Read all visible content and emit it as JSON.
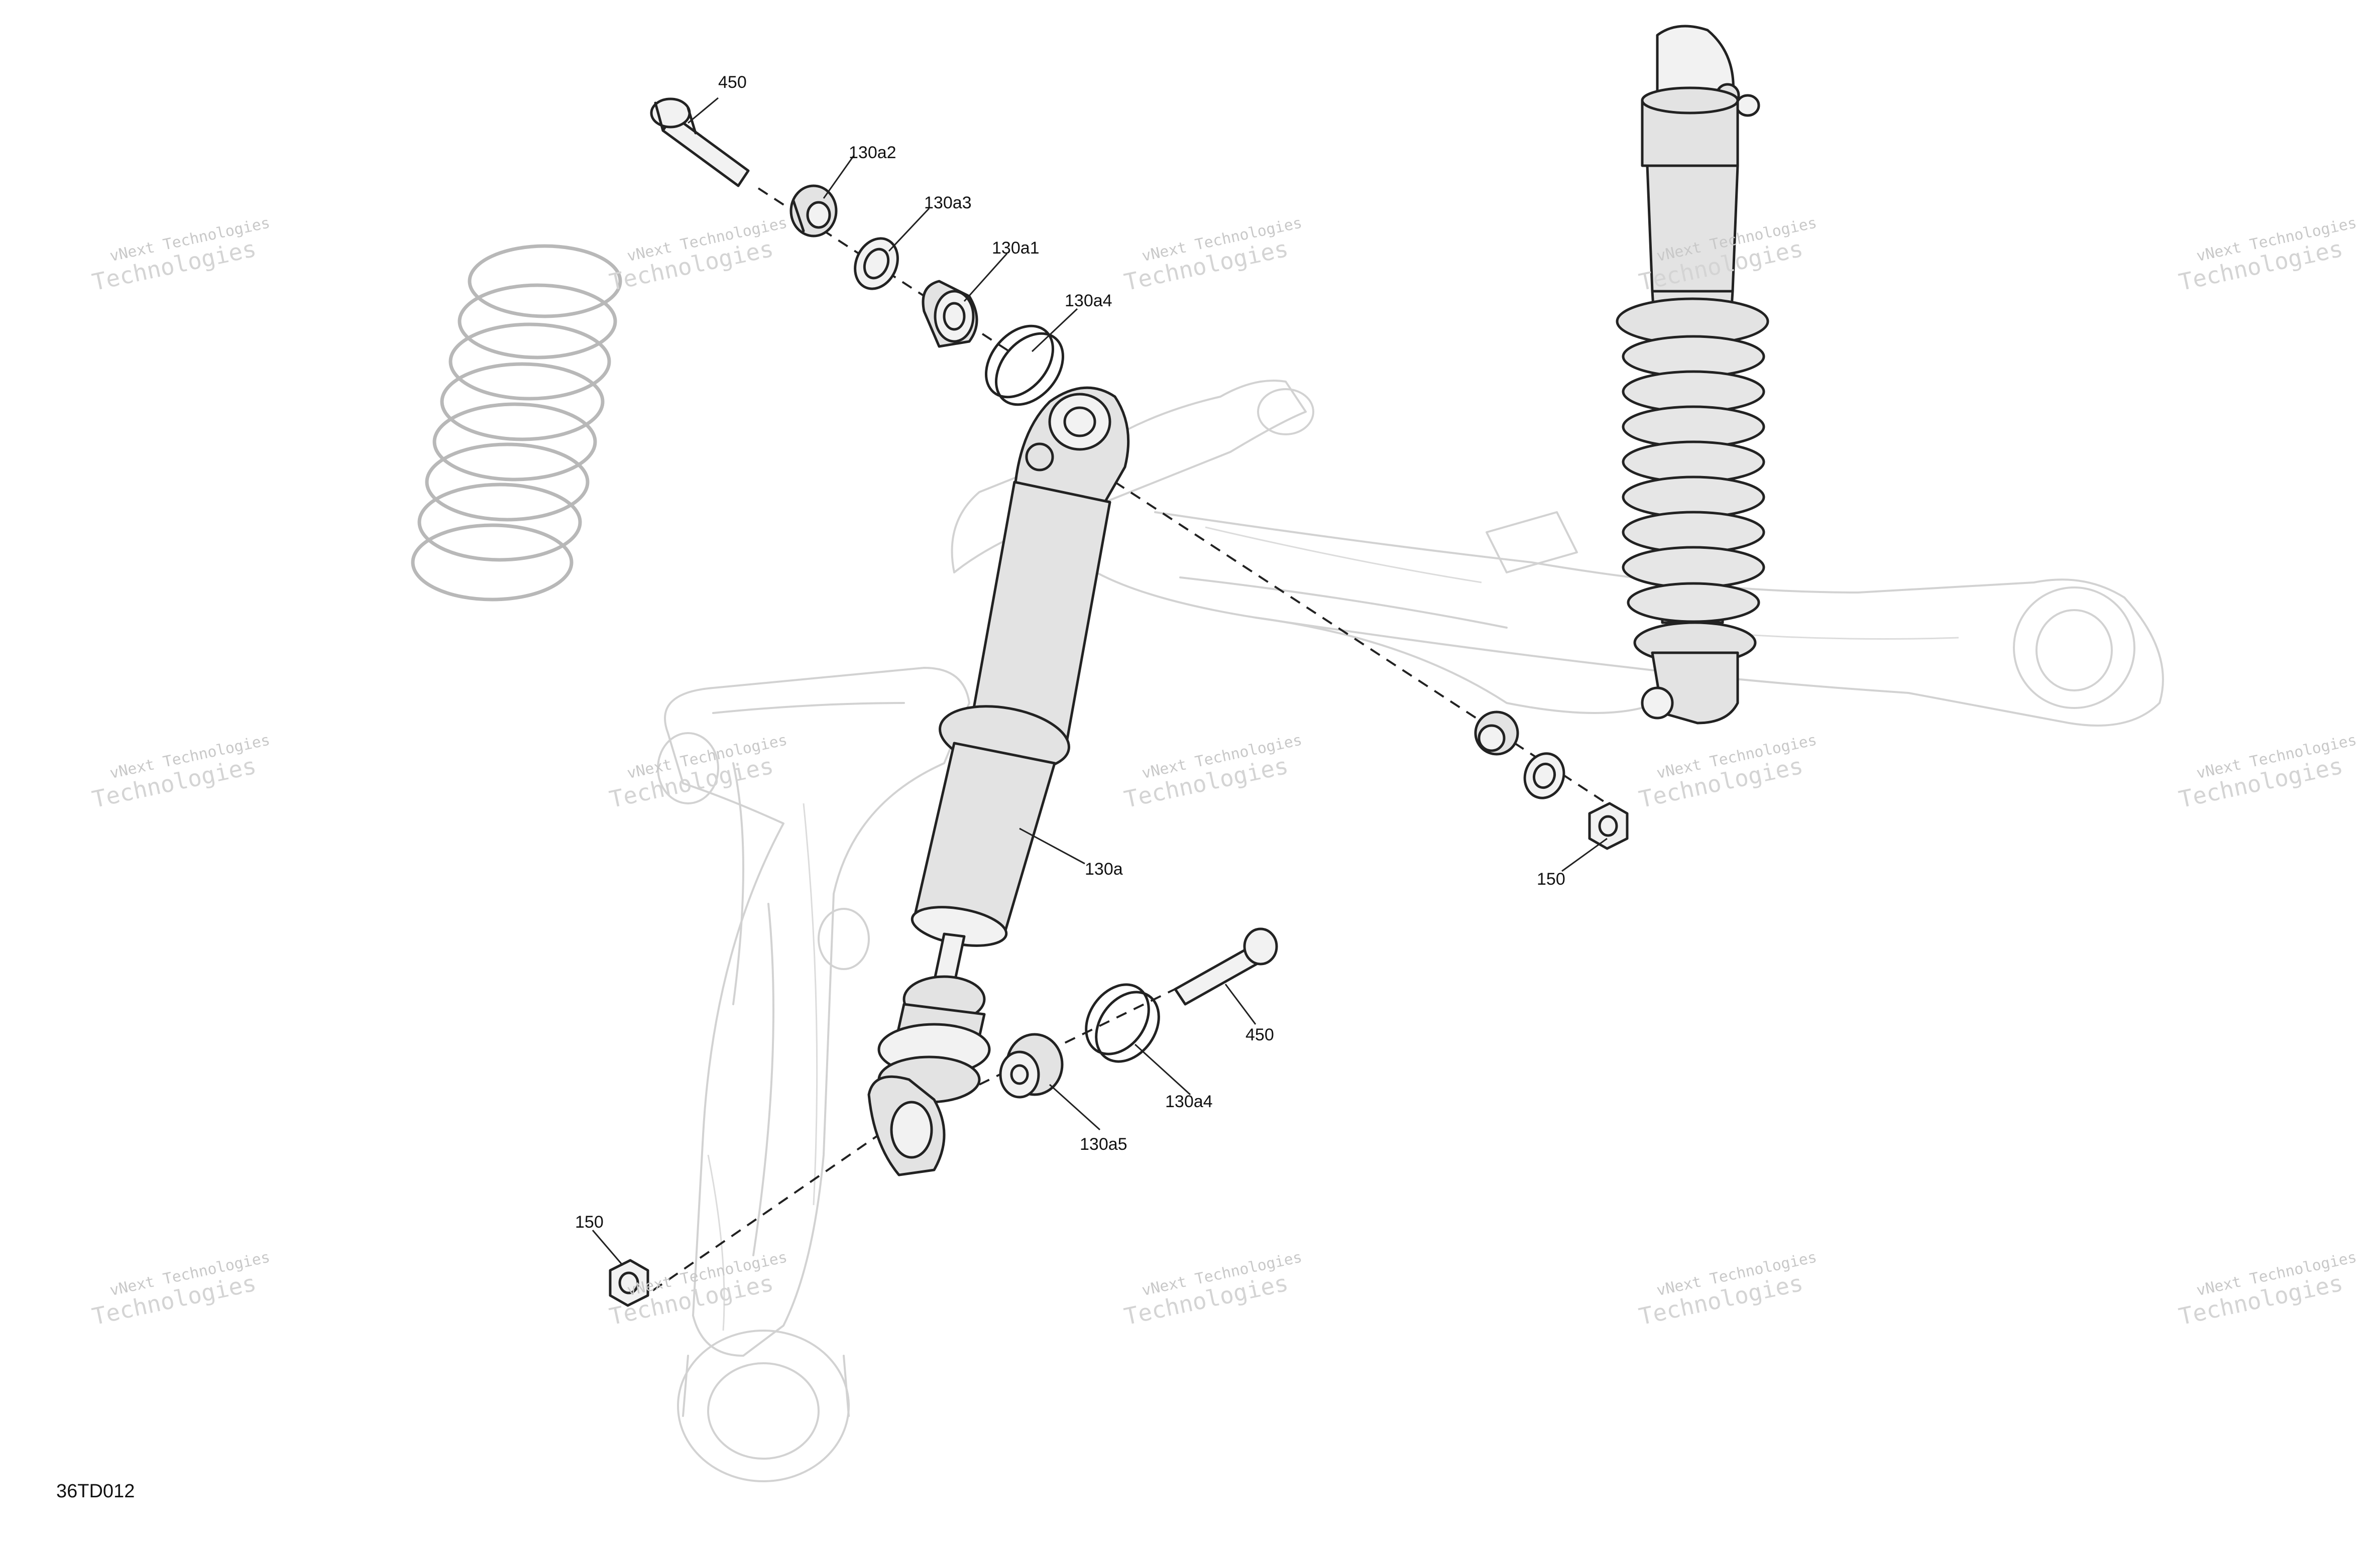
{
  "figure_id": "36TD012",
  "callouts": [
    {
      "id": "c-450-top",
      "text": "450"
    },
    {
      "id": "c-130a2",
      "text": "130a2"
    },
    {
      "id": "c-130a3",
      "text": "130a3"
    },
    {
      "id": "c-130a1",
      "text": "130a1"
    },
    {
      "id": "c-130a4-top",
      "text": "130a4"
    },
    {
      "id": "c-130a",
      "text": "130a"
    },
    {
      "id": "c-150-right",
      "text": "150"
    },
    {
      "id": "c-450-bottom",
      "text": "450"
    },
    {
      "id": "c-130a4-bottom",
      "text": "130a4"
    },
    {
      "id": "c-130a5",
      "text": "130a5"
    },
    {
      "id": "c-150-left",
      "text": "150"
    }
  ],
  "watermark": {
    "line1": "vNext Technologies",
    "line2": "Technologies"
  }
}
